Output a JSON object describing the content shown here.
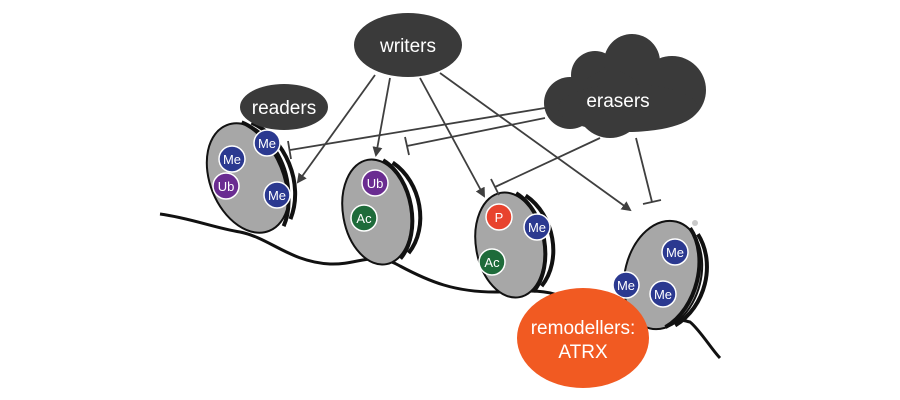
{
  "labels": {
    "writers": "writers",
    "readers": "readers",
    "erasers": "erasers",
    "remodellers_line1": "remodellers:",
    "remodellers_line2": "ATRX"
  },
  "marks": {
    "me": "Me",
    "ub": "Ub",
    "ac": "Ac",
    "p": "P"
  },
  "colors": {
    "label_bubble": "#3a3a3a",
    "nucleosome_fill": "#a7a7a7",
    "dna": "#111111",
    "arrow": "#3f3f3f",
    "me_mark": "#2b3990",
    "ub_mark": "#6a2c91",
    "ac_mark": "#1e6b3a",
    "p_mark": "#e8432e",
    "remodeller_fill": "#f15a22"
  }
}
